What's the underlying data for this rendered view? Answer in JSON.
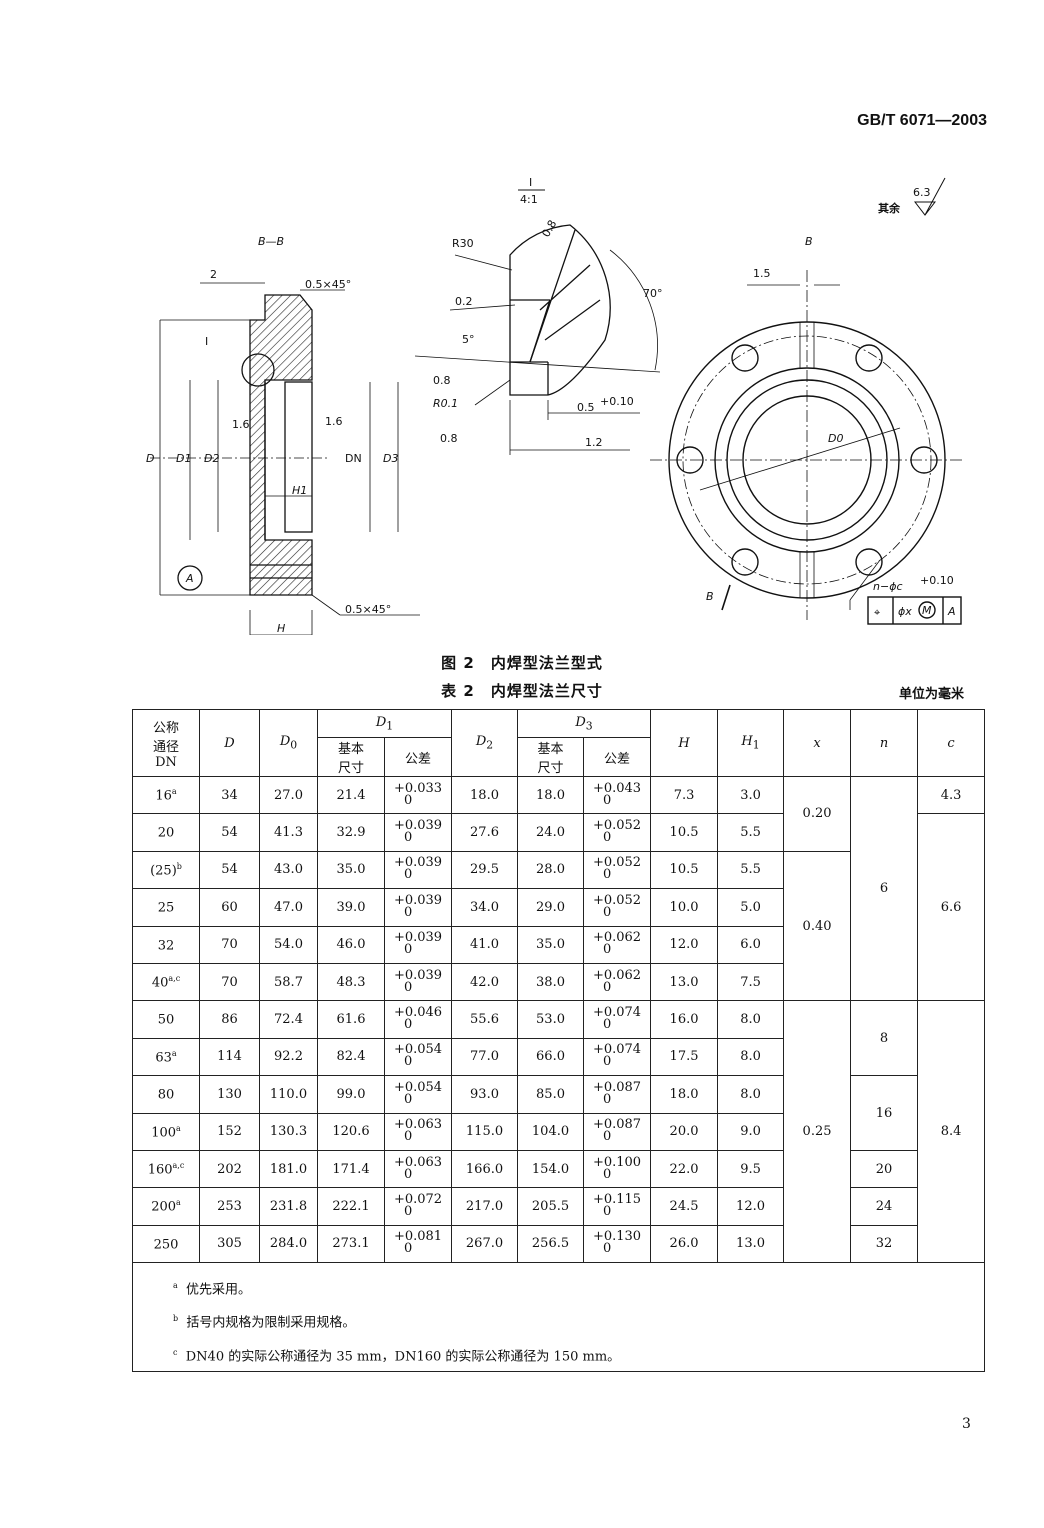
{
  "header": {
    "standard": "GB/T 6071—2003"
  },
  "page_number": "3",
  "figure": {
    "caption": "图 2　内焊型法兰型式",
    "section_bb": "B—B",
    "detail_label": "I",
    "detail_scale": "4:1",
    "view_b": "B",
    "roughness_other": "其余",
    "roughness_other_value": "6.3",
    "labels": {
      "dim_2": "2",
      "chamfer_top": "0.5×45°",
      "chamfer_bottom": "0.5×45°",
      "I": "I",
      "r16": "1.6",
      "r16b": "1.6",
      "D": "D",
      "D1": "D1",
      "D2": "D2",
      "DN": "DN",
      "D3": "D3",
      "H1": "H1",
      "H": "H",
      "A": "A",
      "R30": "R30",
      "d08top": "0.8",
      "a70": "70°",
      "d02": "0.2",
      "a5": "5°",
      "r08a": "0.8",
      "R01": "R0.1",
      "r08b": "0.8",
      "d05": "0.5",
      "d05tol": "+0.10",
      "d12": "1.2",
      "d15": "1.5",
      "D0": "D0",
      "B_bottom": "B",
      "holes": "n−ϕc",
      "holes_tol": "+0.10",
      "fcf_sym": "⌖",
      "fcf_x": "ϕx",
      "fcf_M": "M",
      "fcf_A": "A"
    }
  },
  "table": {
    "caption": "表 2　内焊型法兰尺寸",
    "unit": "单位为毫米",
    "headers": {
      "dn": [
        "公称",
        "通径",
        "DN"
      ],
      "D": "D",
      "D0": "D",
      "D0sub": "0",
      "D1": "D",
      "D1sub": "1",
      "D2": "D",
      "D2sub": "2",
      "D3": "D",
      "D3sub": "3",
      "basic": [
        "基本",
        "尺寸"
      ],
      "tol": "公差",
      "H": "H",
      "H1": "H",
      "H1sub": "1",
      "x": "x",
      "n": "n",
      "c": "c"
    },
    "rows": [
      {
        "dn": "16",
        "sup": "a",
        "D": "34",
        "D0": "27.0",
        "D1": "21.4",
        "D1t": [
          "+0.033",
          "0"
        ],
        "D2": "18.0",
        "D3": "18.0",
        "D3t": [
          "+0.043",
          "0"
        ],
        "H": "7.3",
        "H1": "3.0"
      },
      {
        "dn": "20",
        "sup": "",
        "D": "54",
        "D0": "41.3",
        "D1": "32.9",
        "D1t": [
          "+0.039",
          "0"
        ],
        "D2": "27.6",
        "D3": "24.0",
        "D3t": [
          "+0.052",
          "0"
        ],
        "H": "10.5",
        "H1": "5.5"
      },
      {
        "dn": "(25)",
        "sup": "b",
        "D": "54",
        "D0": "43.0",
        "D1": "35.0",
        "D1t": [
          "+0.039",
          "0"
        ],
        "D2": "29.5",
        "D3": "28.0",
        "D3t": [
          "+0.052",
          "0"
        ],
        "H": "10.5",
        "H1": "5.5"
      },
      {
        "dn": "25",
        "sup": "",
        "D": "60",
        "D0": "47.0",
        "D1": "39.0",
        "D1t": [
          "+0.039",
          "0"
        ],
        "D2": "34.0",
        "D3": "29.0",
        "D3t": [
          "+0.052",
          "0"
        ],
        "H": "10.0",
        "H1": "5.0"
      },
      {
        "dn": "32",
        "sup": "",
        "D": "70",
        "D0": "54.0",
        "D1": "46.0",
        "D1t": [
          "+0.039",
          "0"
        ],
        "D2": "41.0",
        "D3": "35.0",
        "D3t": [
          "+0.062",
          "0"
        ],
        "H": "12.0",
        "H1": "6.0"
      },
      {
        "dn": "40",
        "sup": "a,c",
        "D": "70",
        "D0": "58.7",
        "D1": "48.3",
        "D1t": [
          "+0.039",
          "0"
        ],
        "D2": "42.0",
        "D3": "38.0",
        "D3t": [
          "+0.062",
          "0"
        ],
        "H": "13.0",
        "H1": "7.5"
      },
      {
        "dn": "50",
        "sup": "",
        "D": "86",
        "D0": "72.4",
        "D1": "61.6",
        "D1t": [
          "+0.046",
          "0"
        ],
        "D2": "55.6",
        "D3": "53.0",
        "D3t": [
          "+0.074",
          "0"
        ],
        "H": "16.0",
        "H1": "8.0"
      },
      {
        "dn": "63",
        "sup": "a",
        "D": "114",
        "D0": "92.2",
        "D1": "82.4",
        "D1t": [
          "+0.054",
          "0"
        ],
        "D2": "77.0",
        "D3": "66.0",
        "D3t": [
          "+0.074",
          "0"
        ],
        "H": "17.5",
        "H1": "8.0"
      },
      {
        "dn": "80",
        "sup": "",
        "D": "130",
        "D0": "110.0",
        "D1": "99.0",
        "D1t": [
          "+0.054",
          "0"
        ],
        "D2": "93.0",
        "D3": "85.0",
        "D3t": [
          "+0.087",
          "0"
        ],
        "H": "18.0",
        "H1": "8.0"
      },
      {
        "dn": "100",
        "sup": "a",
        "D": "152",
        "D0": "130.3",
        "D1": "120.6",
        "D1t": [
          "+0.063",
          "0"
        ],
        "D2": "115.0",
        "D3": "104.0",
        "D3t": [
          "+0.087",
          "0"
        ],
        "H": "20.0",
        "H1": "9.0"
      },
      {
        "dn": "160",
        "sup": "a,c",
        "D": "202",
        "D0": "181.0",
        "D1": "171.4",
        "D1t": [
          "+0.063",
          "0"
        ],
        "D2": "166.0",
        "D3": "154.0",
        "D3t": [
          "+0.100",
          "0"
        ],
        "H": "22.0",
        "H1": "9.5"
      },
      {
        "dn": "200",
        "sup": "a",
        "D": "253",
        "D0": "231.8",
        "D1": "222.1",
        "D1t": [
          "+0.072",
          "0"
        ],
        "D2": "217.0",
        "D3": "205.5",
        "D3t": [
          "+0.115",
          "0"
        ],
        "H": "24.5",
        "H1": "12.0"
      },
      {
        "dn": "250",
        "sup": "",
        "D": "305",
        "D0": "284.0",
        "D1": "273.1",
        "D1t": [
          "+0.081",
          "0"
        ],
        "D2": "267.0",
        "D3": "256.5",
        "D3t": [
          "+0.130",
          "0"
        ],
        "H": "26.0",
        "H1": "13.0"
      }
    ],
    "merged": {
      "x": [
        "0.20",
        "0.40",
        "0.25"
      ],
      "n": [
        "6",
        "8",
        "16",
        "20",
        "24",
        "32"
      ],
      "c": [
        "4.3",
        "6.6",
        "8.4"
      ]
    },
    "notes": [
      {
        "mark": "a",
        "text": "优先采用。"
      },
      {
        "mark": "b",
        "text": "括号内规格为限制采用规格。"
      },
      {
        "mark": "c",
        "text": "DN40 的实际公称通径为 35 mm，DN160 的实际公称通径为 150 mm。"
      }
    ]
  }
}
